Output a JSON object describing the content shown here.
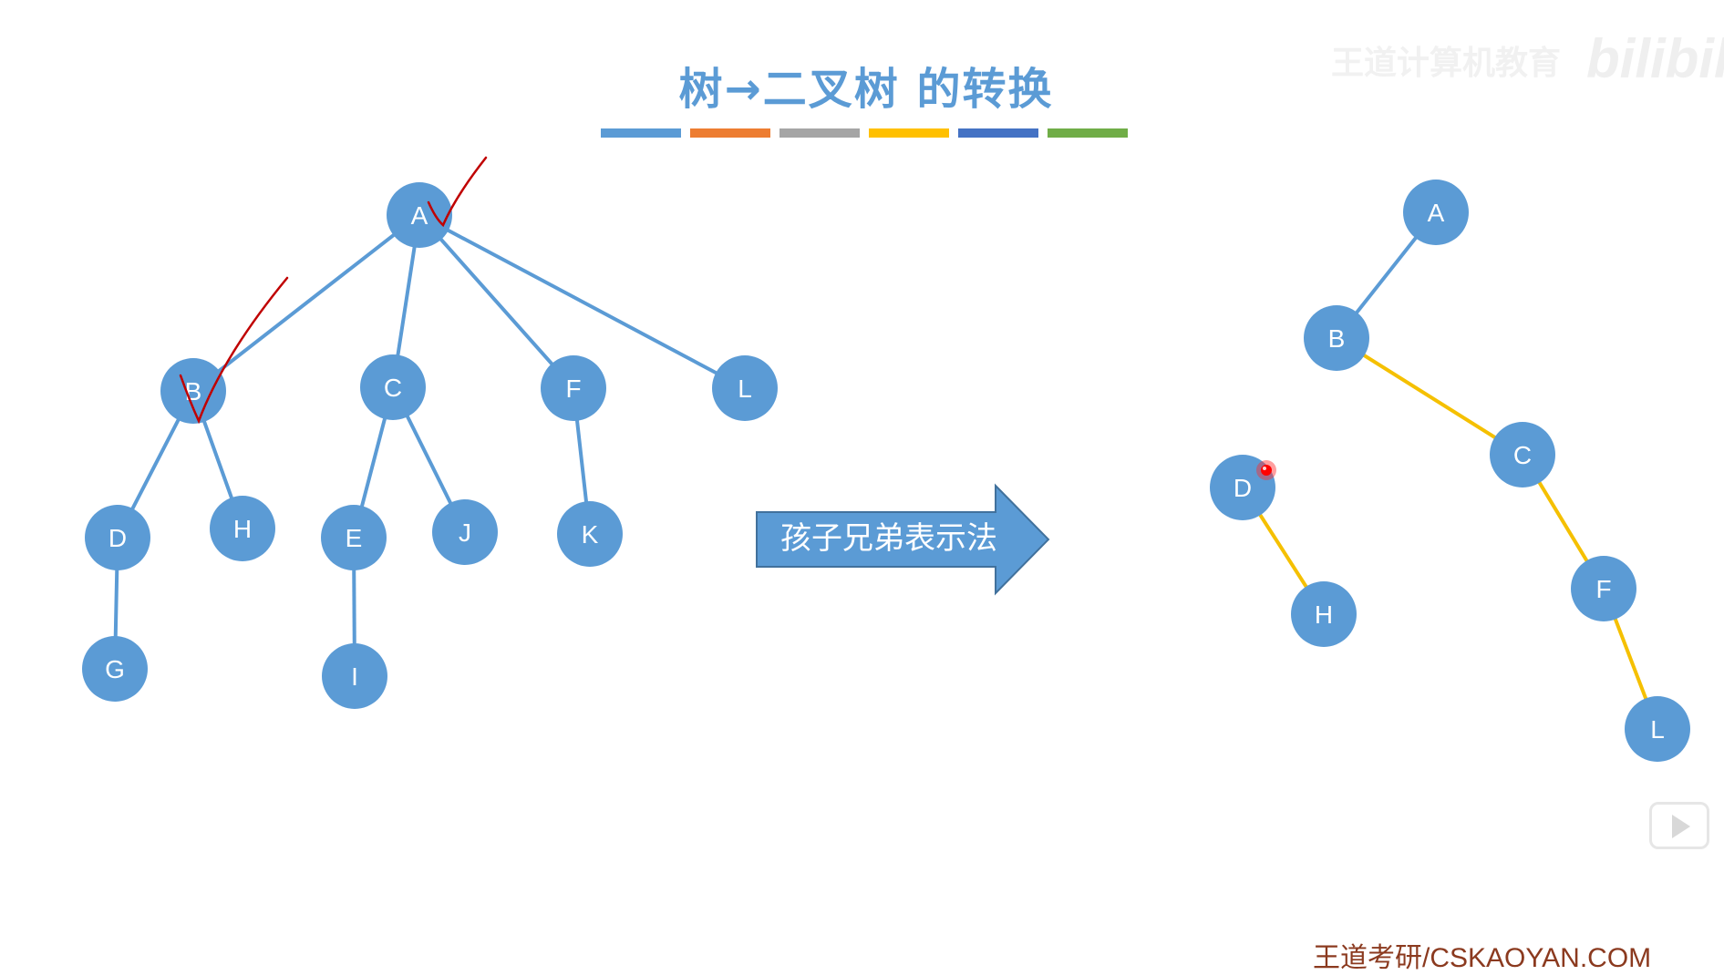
{
  "slide": {
    "title": "树→二叉树 的转换",
    "arrow_label": "孩子兄弟表示法",
    "footer": "王道考研/CSKAOYAN.COM",
    "watermark": "王道计算机教育",
    "watermark_brand": "bilibili"
  },
  "colors": {
    "node_fill": "#5b9bd5",
    "tree_edge": "#5b9bd5",
    "binary_edge": "#f5c000",
    "title": "#5b9bd5",
    "check_mark": "#c00000",
    "color_bar": [
      "#5b9bd5",
      "#ed7d31",
      "#a5a5a5",
      "#ffc000",
      "#4472c4",
      "#70ad47"
    ]
  },
  "original_tree": {
    "nodes": [
      "A",
      "B",
      "C",
      "F",
      "L",
      "D",
      "H",
      "E",
      "J",
      "K",
      "G",
      "I"
    ],
    "edges": [
      [
        "A",
        "B"
      ],
      [
        "A",
        "C"
      ],
      [
        "A",
        "F"
      ],
      [
        "A",
        "L"
      ],
      [
        "B",
        "D"
      ],
      [
        "B",
        "H"
      ],
      [
        "C",
        "E"
      ],
      [
        "C",
        "J"
      ],
      [
        "F",
        "K"
      ],
      [
        "D",
        "G"
      ],
      [
        "E",
        "I"
      ]
    ],
    "checked": [
      "A",
      "B"
    ]
  },
  "binary_tree": {
    "nodes": [
      "A",
      "B",
      "C",
      "D",
      "H",
      "F",
      "L"
    ],
    "edges": [
      [
        "A",
        "B"
      ],
      [
        "B",
        "C"
      ],
      [
        "D",
        "H"
      ],
      [
        "C",
        "F"
      ],
      [
        "F",
        "L"
      ]
    ],
    "edge_colors": [
      "node",
      "binary",
      "binary",
      "binary",
      "binary"
    ]
  },
  "icons": {
    "play": "play-icon",
    "pointer": "laser-pointer-icon"
  }
}
